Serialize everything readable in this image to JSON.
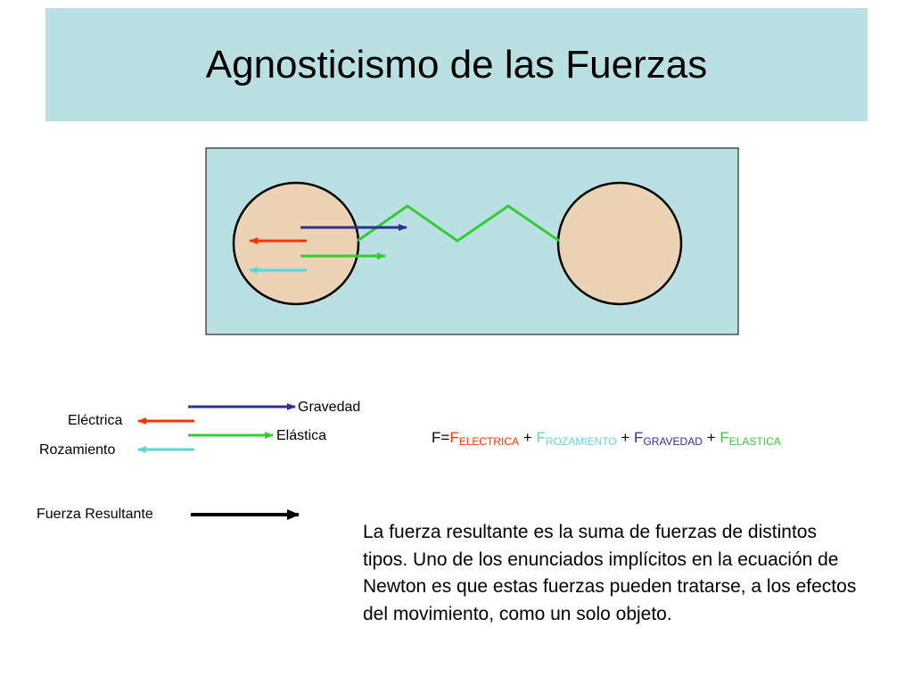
{
  "slide": {
    "title": "Agnosticismo de las Fuerzas",
    "colors": {
      "title_bg": "#bbe0e3",
      "panel_bg": "#bbe0e3",
      "ball_fill": "#ecd3b5",
      "gravedad": "#2e3192",
      "electrica": "#ff3300",
      "rozamiento": "#5cd6d6",
      "elastica": "#33cc33",
      "resultante": "#000000"
    },
    "legend": {
      "gravedad": "Gravedad",
      "electrica": "Eléctrica",
      "elastica": "Elástica",
      "rozamiento": "Rozamiento",
      "resultante": "Fuerza Resultante"
    },
    "equation": {
      "lhs": "F=",
      "f": "F",
      "plus": "+",
      "terms": [
        "ELECTRICA",
        "ROZAMIENTO",
        "GRAVEDAD",
        "ELASTICA"
      ]
    },
    "paragraph": "La fuerza resultante es la suma de fuerzas de distintos tipos. Uno de los enunciados implícitos en la ecuación de Newton es que estas fuerzas pueden tratarse, a los efectos del movimiento, como un solo objeto."
  }
}
